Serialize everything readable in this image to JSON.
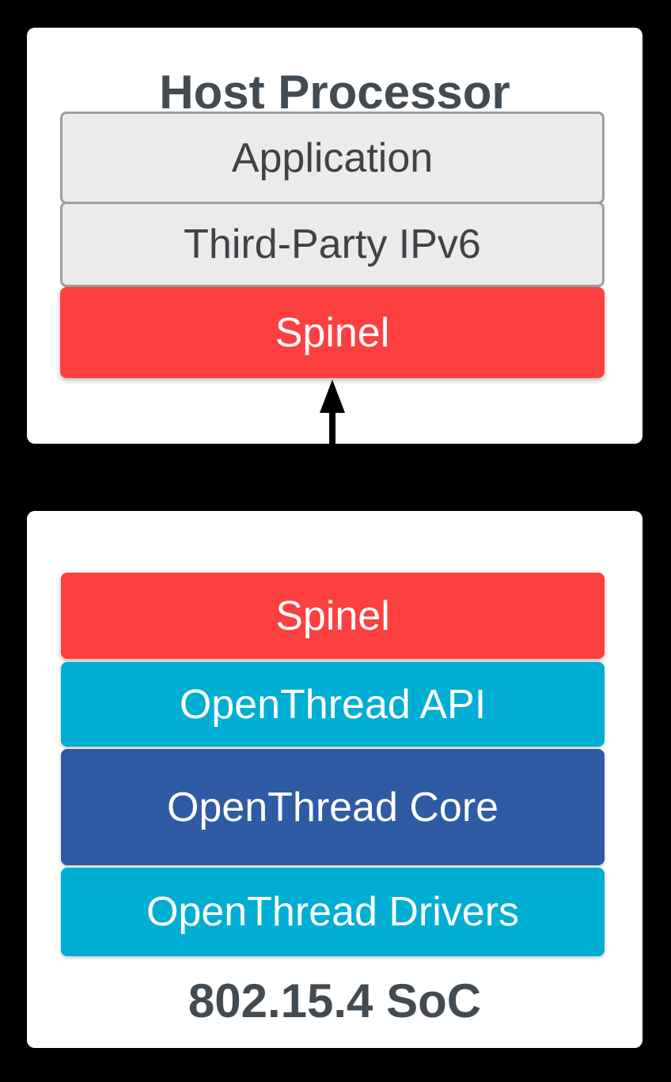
{
  "host": {
    "title": "Host Processor",
    "layers": [
      {
        "label": "Application",
        "style": "gray"
      },
      {
        "label": "Third-Party IPv6",
        "style": "gray"
      },
      {
        "label": "Spinel",
        "style": "red"
      }
    ]
  },
  "connector": {
    "type": "bidirectional-vertical-arrow",
    "connects": [
      "Spinel (Host Processor)",
      "Spinel (802.15.4 SoC)"
    ]
  },
  "soc": {
    "title": "802.15.4 SoC",
    "layers": [
      {
        "label": "Spinel",
        "style": "red"
      },
      {
        "label": "OpenThread API",
        "style": "cyan"
      },
      {
        "label": "OpenThread Core",
        "style": "blue"
      },
      {
        "label": "OpenThread Drivers",
        "style": "cyan"
      }
    ]
  },
  "colors": {
    "background": "#000000",
    "card": "#FFFFFF",
    "red": "#FC4040",
    "cyan": "#00AED4",
    "blue": "#2F5AA4",
    "gray_fill": "#EBEBEB",
    "gray_border": "#9E9E9E",
    "heading_text": "#424A52",
    "gray_label_text": "#3F4348",
    "white_text": "#FFFFFF",
    "arrow": "#000000"
  }
}
